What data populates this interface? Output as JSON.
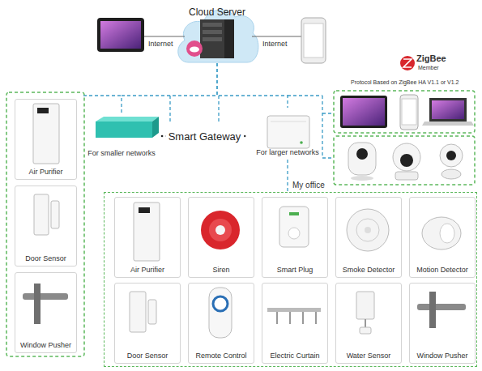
{
  "diagram": {
    "nodes": [
      {
        "text": [
          "Cloud Server"
        ]
      },
      {
        "text": [
          "For smaller networks"
        ]
      },
      {
        "text": [
          "For larger networks"
        ]
      },
      {
        "text": [
          "Air Purifier"
        ]
      },
      {
        "text": [
          "Door Sensor"
        ]
      },
      {
        "text": [
          "Window Pusher"
        ]
      },
      {
        "text": [
          "My office"
        ]
      },
      {
        "text": [
          "Air Purifier"
        ],
        "in": 6
      },
      {
        "text": [
          "Siren"
        ],
        "in": 6
      },
      {
        "text": [
          "Smart Plug"
        ],
        "in": 6
      },
      {
        "text": [
          "Smoke Detector"
        ],
        "in": 6
      },
      {
        "text": [
          "Motion Detector"
        ],
        "in": 6
      },
      {
        "text": [
          "Door Sensor"
        ],
        "in": 6
      },
      {
        "text": [
          "Remote Control"
        ],
        "in": 6
      },
      {
        "text": [
          "Electric Curtain"
        ],
        "in": 6
      },
      {
        "text": [
          "Water Sensor"
        ],
        "in": 6
      },
      {
        "text": [
          "Window Pusher"
        ],
        "in": 6
      }
    ],
    "edges": [
      {
        "from": 0,
        "to": 1,
        "arrow": "none"
      },
      {
        "from": 0,
        "to": 2,
        "arrow": "none"
      },
      {
        "from": 1,
        "to": 2,
        "label": "Smart Gateway",
        "arrow": "none"
      },
      {
        "from": 2,
        "to": 6,
        "arrow": "none"
      }
    ],
    "labels": [
      "Internet",
      "Internet",
      "ZigBee",
      "Member",
      "Protocol Based on ZigBee HA V1.1 or V1.2"
    ]
  }
}
